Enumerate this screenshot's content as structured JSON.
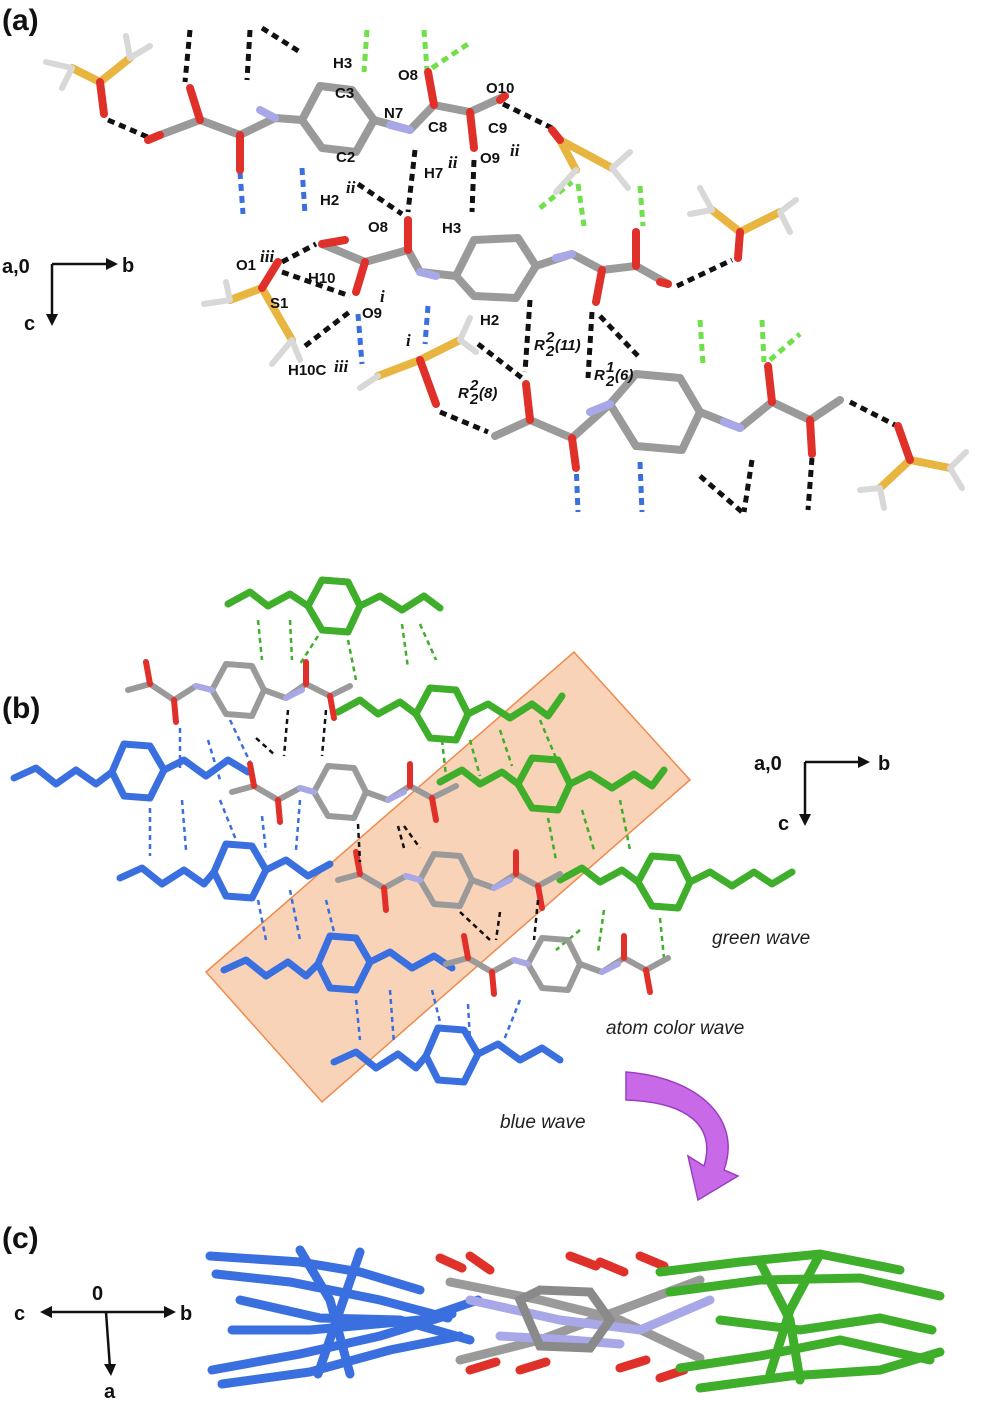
{
  "panels": {
    "a": {
      "label": "(a)"
    },
    "b": {
      "label": "(b)"
    },
    "c": {
      "label": "(c)"
    }
  },
  "axes": {
    "a": {
      "origin": "a,0",
      "right": "b",
      "down": "c"
    },
    "b": {
      "origin": "a,0",
      "right": "b",
      "down": "c"
    },
    "c": {
      "origin": "0",
      "left": "c",
      "right": "b",
      "down": "a"
    }
  },
  "atom_labels": {
    "h3_top": "H3",
    "c3": "C3",
    "o8_top": "O8",
    "o10": "O10",
    "n7": "N7",
    "c8": "C8",
    "c9": "C9",
    "c2": "C2",
    "h7": "H7",
    "h7_sup": "ii",
    "o9_top": "O9",
    "o9_top_sup": "ii",
    "h2_left": "H2",
    "h2_left_sup": "ii",
    "o8_mid": "O8",
    "h3_mid": "H3",
    "o1": "O1",
    "o1_sup": "iii",
    "h10": "H10",
    "s1": "S1",
    "o9_mid": "O9",
    "o9_mid_sup": "i",
    "h2_mid": "H2",
    "i_mark": "i",
    "h10c": "H10C",
    "h10c_sup": "iii"
  },
  "ring_motifs": {
    "r11": {
      "main": "R",
      "sup": "2",
      "sub": "2",
      "size": "(11)"
    },
    "r6": {
      "main": "R",
      "sup": "1",
      "sub": "2",
      "size": "(6)"
    },
    "r8": {
      "main": "R",
      "sup": "2",
      "sub": "2",
      "size": "(8)"
    }
  },
  "waves": {
    "green": "green wave",
    "atom": "atom color wave",
    "blue": "blue wave"
  },
  "colors": {
    "carbon": "#9a9a9a",
    "oxygen": "#e0302a",
    "nitrogen": "#a8a8e8",
    "sulfur": "#e8b640",
    "hydrogen": "#f2f2f2",
    "hbond": "#111111",
    "blue_wave": "#3a6fe0",
    "green_wave": "#3fae2a",
    "highlight": "#f9d3b8",
    "highlight_border": "#ef8a4a",
    "arrow": "#c86ae8"
  }
}
